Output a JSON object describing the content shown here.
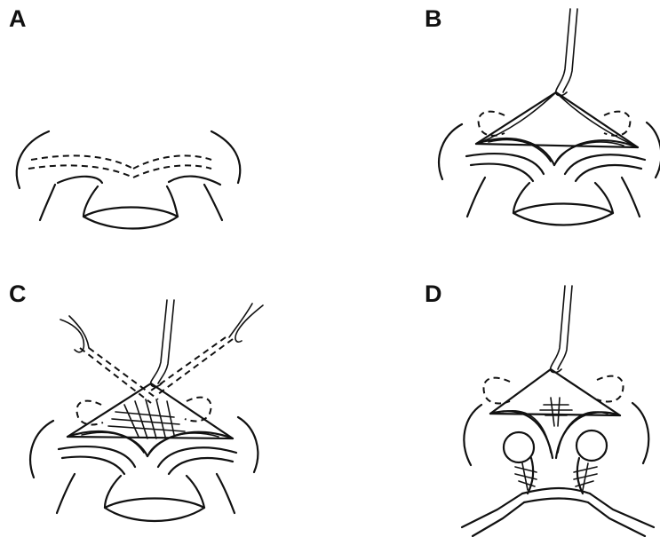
{
  "figure": {
    "panels": [
      {
        "label": "A"
      },
      {
        "label": "B"
      },
      {
        "label": "C"
      },
      {
        "label": "D"
      }
    ]
  }
}
